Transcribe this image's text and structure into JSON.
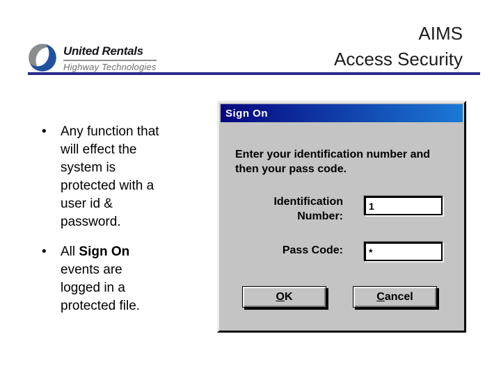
{
  "slide": {
    "title": "AIMS\nAccess Security"
  },
  "logo": {
    "company": "United Rentals",
    "division": "Highway Technologies",
    "colors": {
      "sphere_gray": "#8a8c8e",
      "sphere_blue": "#20509e"
    }
  },
  "bullets": {
    "marker": "•",
    "first": {
      "text": "Any function that\nwill effect the\nsystem is\nprotected with a\nuser id &\npassword."
    },
    "second": {
      "prefix": "All ",
      "bold": "Sign On",
      "rest": "\nevents are\nlogged in a\nprotected file."
    }
  },
  "dialog": {
    "title": "Sign On",
    "instruction": "Enter your identification number and\nthen your pass code.",
    "fields": {
      "identification": {
        "label": "Identification\nNumber:",
        "value": "1"
      },
      "passcode": {
        "label": "Pass Code:",
        "value": "*"
      }
    },
    "buttons": {
      "ok": {
        "key": "O",
        "rest": "K"
      },
      "cancel": {
        "key": "C",
        "rest": "ancel"
      }
    },
    "colors": {
      "titlebar_start": "#06067e",
      "titlebar_end": "#1b79d6",
      "body": "#c3c4c3",
      "rule": "#2b2b8a"
    }
  }
}
